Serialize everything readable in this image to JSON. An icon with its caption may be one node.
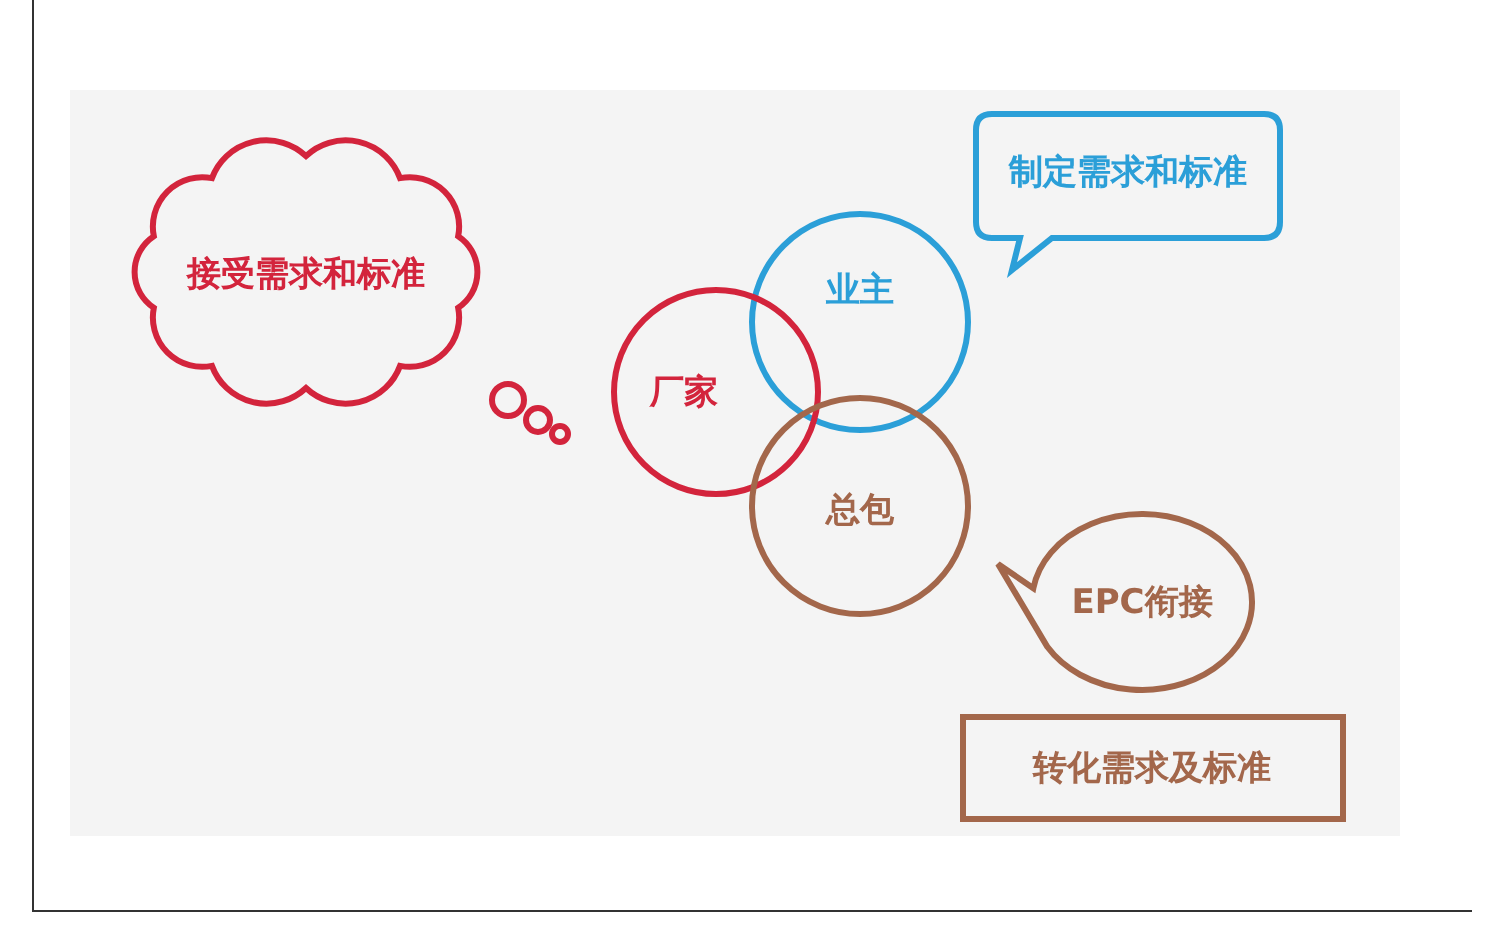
{
  "diagram": {
    "nodes": [
      {
        "text": [
          "接受需求和标准"
        ]
      },
      {
        "text": [
          "制定需求和标准"
        ]
      },
      {
        "text": [
          "业主"
        ]
      },
      {
        "text": [
          "厂家"
        ]
      },
      {
        "text": [
          "总包"
        ]
      },
      {
        "text": [
          "EPC衔接"
        ]
      },
      {
        "text": [
          "转化需求及标准"
        ]
      }
    ]
  }
}
